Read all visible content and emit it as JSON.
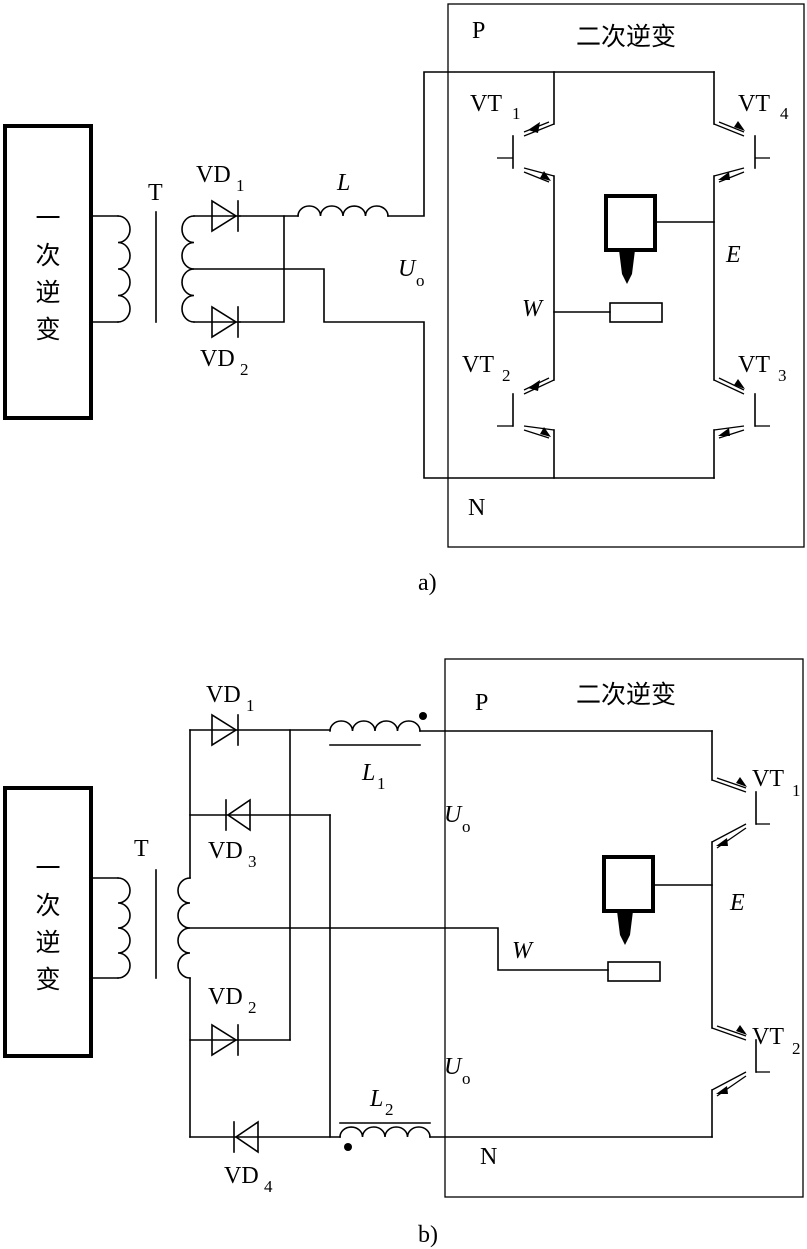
{
  "diagram_a": {
    "caption": "a)",
    "primary_inverter": [
      "一",
      "次",
      "逆",
      "变"
    ],
    "transformer": "T",
    "inductor": "L",
    "output_voltage": {
      "main": "U",
      "sub": "o"
    },
    "secondary_inverter": "二次逆变",
    "rail_positive": "P",
    "rail_negative": "N",
    "workpiece": "W",
    "electrode": "E",
    "diodes": [
      {
        "main": "VD",
        "sub": "1"
      },
      {
        "main": "VD",
        "sub": "2"
      }
    ],
    "transistors": [
      {
        "main": "VT",
        "sub": "1"
      },
      {
        "main": "VT",
        "sub": "4"
      },
      {
        "main": "VT",
        "sub": "2"
      },
      {
        "main": "VT",
        "sub": "3"
      }
    ]
  },
  "diagram_b": {
    "caption": "b)",
    "primary_inverter": [
      "一",
      "次",
      "逆",
      "变"
    ],
    "transformer": "T",
    "inductors": [
      {
        "main": "L",
        "sub": "1"
      },
      {
        "main": "L",
        "sub": "2"
      }
    ],
    "output_voltages": [
      {
        "main": "U",
        "sub": "o"
      },
      {
        "main": "U",
        "sub": "o"
      }
    ],
    "secondary_inverter": "二次逆变",
    "rail_positive": "P",
    "rail_negative": "N",
    "workpiece": "W",
    "electrode": "E",
    "diodes": [
      {
        "main": "VD",
        "sub": "1"
      },
      {
        "main": "VD",
        "sub": "3"
      },
      {
        "main": "VD",
        "sub": "2"
      },
      {
        "main": "VD",
        "sub": "4"
      }
    ],
    "transistors": [
      {
        "main": "VT",
        "sub": "1"
      },
      {
        "main": "VT",
        "sub": "2"
      }
    ]
  }
}
